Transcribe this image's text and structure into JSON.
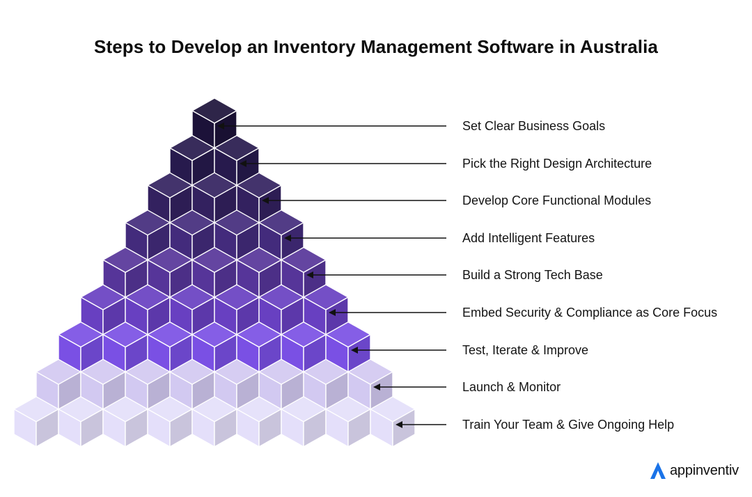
{
  "title": "Steps to Develop an Inventory Management Software in Australia",
  "colors": {
    "rows": [
      "#1c1239",
      "#271a4d",
      "#33215f",
      "#432b7c",
      "#563599",
      "#6840c1",
      "#7a50e4",
      "#d2c9f1",
      "#e4dffa"
    ],
    "arrow": "#111111",
    "brand_accent": "#1a73e8"
  },
  "steps": [
    {
      "label": "Set Clear Business Goals"
    },
    {
      "label": "Pick the Right Design Architecture"
    },
    {
      "label": "Develop Core Functional Modules"
    },
    {
      "label": "Add Intelligent Features"
    },
    {
      "label": "Build a Strong Tech Base"
    },
    {
      "label": "Embed Security & Compliance as Core Focus"
    },
    {
      "label": "Test, Iterate & Improve"
    },
    {
      "label": "Launch & Monitor"
    },
    {
      "label": "Train Your Team & Give Ongoing Help"
    }
  ],
  "brand": {
    "name": "appinventiv",
    "icon": "appinventiv-logo-icon"
  }
}
